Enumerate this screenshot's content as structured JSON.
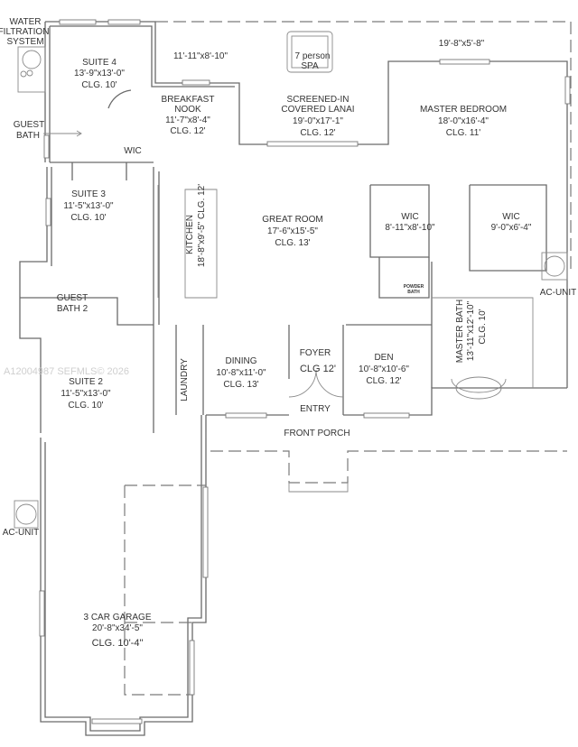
{
  "equipment": {
    "water_filtration": [
      "WATER",
      "FILTRATION",
      "SYSTEM"
    ],
    "ac_unit_right": "AC-UNIT",
    "ac_unit_left": "AC-UNIT",
    "spa": [
      "7 person",
      "SPA"
    ]
  },
  "rooms": {
    "suite4": {
      "name": "SUITE 4",
      "size": "13'-9\"x13'-0\"",
      "ceiling": "CLG. 10'"
    },
    "lanai_west": {
      "size": "11'-11\"x8'-10\""
    },
    "breakfast_nook": {
      "name": [
        "BREAKFAST",
        "NOOK"
      ],
      "size": "11'-7\"x8'-4\"",
      "ceiling": "CLG. 12'"
    },
    "lanai": {
      "name": [
        "SCREENED-IN",
        "COVERED LANAI"
      ],
      "size": "19'-0\"x17'-1\"",
      "ceiling": "CLG. 12'"
    },
    "lanai_east": {
      "size": "19'-8\"x5'-8\""
    },
    "master_bedroom": {
      "name": "MASTER BEDROOM",
      "size": "18'-0\"x16'-4\"",
      "ceiling": "CLG. 11'"
    },
    "guest_bath": {
      "name": [
        "GUEST",
        "BATH"
      ]
    },
    "wic_suite4": {
      "name": "WIC"
    },
    "suite3": {
      "name": "SUITE 3",
      "size": "11'-5\"x13'-0\"",
      "ceiling": "CLG. 10'"
    },
    "kitchen": {
      "label": "KITCHEN",
      "size_ceiling": "18'-8\"x9'-5\" CLG. 12'"
    },
    "great_room": {
      "name": "GREAT ROOM",
      "size": "17'-6\"x15'-5\"",
      "ceiling": "CLG. 13'"
    },
    "wic_master1": {
      "name": "WIC",
      "size": "8'-11\"x8'-10\""
    },
    "wic_master2": {
      "name": "WIC",
      "size": "9'-0\"x6'-4\""
    },
    "powder_bath": {
      "name": [
        "POWDER",
        "BATH"
      ]
    },
    "guest_bath2": {
      "name": [
        "GUEST",
        "BATH 2"
      ]
    },
    "master_bath": {
      "name": "MASTER BATH",
      "size": "13'-11\"x12'-10\"",
      "ceiling": "CLG. 10'"
    },
    "suite2": {
      "name": "SUITE 2",
      "size": "11'-5\"x13'-0\"",
      "ceiling": "CLG. 10'"
    },
    "laundry": {
      "name": "LAUNDRY"
    },
    "dining": {
      "name": "DINING",
      "size": "10'-8\"x11'-0\"",
      "ceiling": "CLG. 13'"
    },
    "foyer": {
      "name": "FOYER",
      "ceiling": "CLG 12'"
    },
    "entry": {
      "name": "ENTRY"
    },
    "den": {
      "name": "DEN",
      "size": "10'-8\"x10'-6\"",
      "ceiling": "CLG. 12'"
    },
    "front_porch": {
      "name": "FRONT PORCH"
    },
    "garage": {
      "name": "3 CAR GARAGE",
      "size": "20'-8\"x34'-5\"",
      "ceiling": "CLG. 10'-4\""
    }
  },
  "watermark": "A12004987  SEFMLS© 2026"
}
